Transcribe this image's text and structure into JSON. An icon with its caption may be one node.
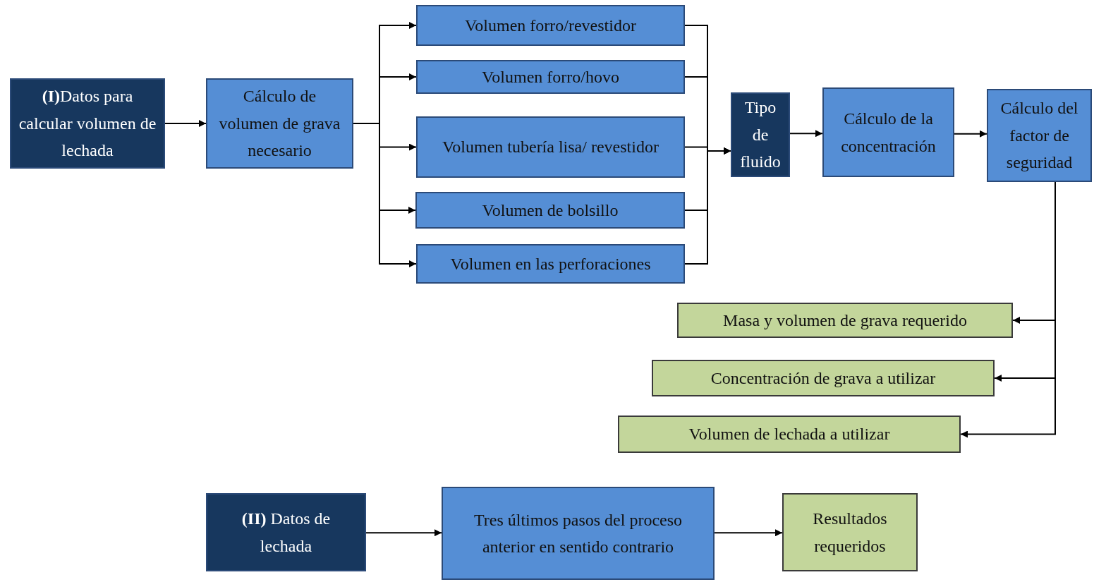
{
  "diagram": {
    "nodes": [
      {
        "text": [
          "**(I)**Datos para calcular volumen de lechada"
        ]
      },
      {
        "text": [
          "Cálculo de volumen de grava necesario"
        ]
      },
      {
        "text": [
          "Volumen forro/revestidor"
        ]
      },
      {
        "text": [
          "Volumen forro/hovo"
        ]
      },
      {
        "text": [
          "Volumen tubería lisa/ revestidor"
        ]
      },
      {
        "text": [
          "Volumen de bolsillo"
        ]
      },
      {
        "text": [
          "Volumen en las perforaciones"
        ]
      },
      {
        "text": [
          "Tipo de fluido"
        ]
      },
      {
        "text": [
          "Cálculo de la concentración"
        ]
      },
      {
        "text": [
          "Cálculo del factor de seguridad"
        ]
      },
      {
        "text": [
          "Masa y volumen de grava requerido"
        ]
      },
      {
        "text": [
          "Concentración de grava a utilizar"
        ]
      },
      {
        "text": [
          "Volumen de lechada a utilizar"
        ]
      },
      {
        "text": [
          "**(II)** Datos de lechada"
        ]
      },
      {
        "text": [
          "Tres últimos pasos del proceso anterior en sentido contrario"
        ]
      },
      {
        "text": [
          "Resultados requeridos"
        ]
      }
    ],
    "edges": [
      {
        "from": 0,
        "to": 1,
        "arrow": "to"
      },
      {
        "from": 1,
        "to": 2,
        "arrow": "to"
      },
      {
        "from": 1,
        "to": 3,
        "arrow": "to"
      },
      {
        "from": 1,
        "to": 4,
        "arrow": "to"
      },
      {
        "from": 1,
        "to": 5,
        "arrow": "to"
      },
      {
        "from": 1,
        "to": 6,
        "arrow": "to"
      },
      {
        "from": 2,
        "to": 7,
        "arrow": "to"
      },
      {
        "from": 3,
        "to": 7,
        "arrow": "to"
      },
      {
        "from": 4,
        "to": 7,
        "arrow": "to"
      },
      {
        "from": 5,
        "to": 7,
        "arrow": "to"
      },
      {
        "from": 6,
        "to": 7,
        "arrow": "to"
      },
      {
        "from": 7,
        "to": 8,
        "arrow": "to"
      },
      {
        "from": 8,
        "to": 9,
        "arrow": "to"
      },
      {
        "from": 9,
        "to": 10,
        "arrow": "to"
      },
      {
        "from": 9,
        "to": 11,
        "arrow": "to"
      },
      {
        "from": 9,
        "to": 12,
        "arrow": "to"
      },
      {
        "from": 13,
        "to": 14,
        "arrow": "to"
      },
      {
        "from": 14,
        "to": 15,
        "arrow": "to"
      }
    ]
  }
}
